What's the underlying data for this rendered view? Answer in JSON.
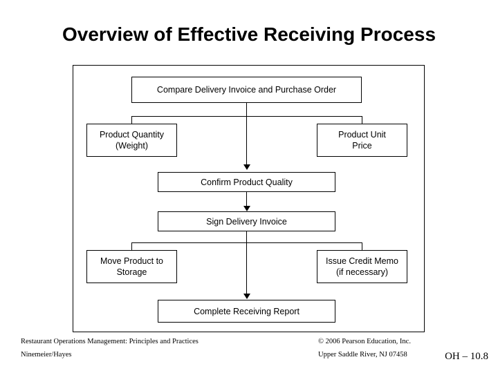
{
  "slide": {
    "title": "Overview of Effective Receiving Process",
    "page_label": "OH – 10.8"
  },
  "diagram": {
    "nodes": [
      {
        "id": "compare-delivery-invoice",
        "label": "Compare Delivery Invoice and Purchase Order"
      },
      {
        "id": "product-quantity",
        "label": "Product Quantity\n(Weight)"
      },
      {
        "id": "product-unit-price",
        "label": "Product Unit\nPrice"
      },
      {
        "id": "confirm-product-quality",
        "label": "Confirm Product Quality"
      },
      {
        "id": "sign-delivery-invoice",
        "label": "Sign Delivery Invoice"
      },
      {
        "id": "move-product-to-storage",
        "label": "Move Product to\nStorage"
      },
      {
        "id": "issue-credit-memo",
        "label": "Issue Credit Memo\n(if necessary)"
      },
      {
        "id": "complete-receiving-report",
        "label": "Complete Receiving Report"
      }
    ]
  },
  "footer": {
    "line1_left": "Restaurant Operations Management: Principles and Practices",
    "line2_left": "Ninemeier/Hayes",
    "line1_right": "© 2006 Pearson Education, Inc.",
    "line2_right": "Upper Saddle River, NJ 07458"
  }
}
